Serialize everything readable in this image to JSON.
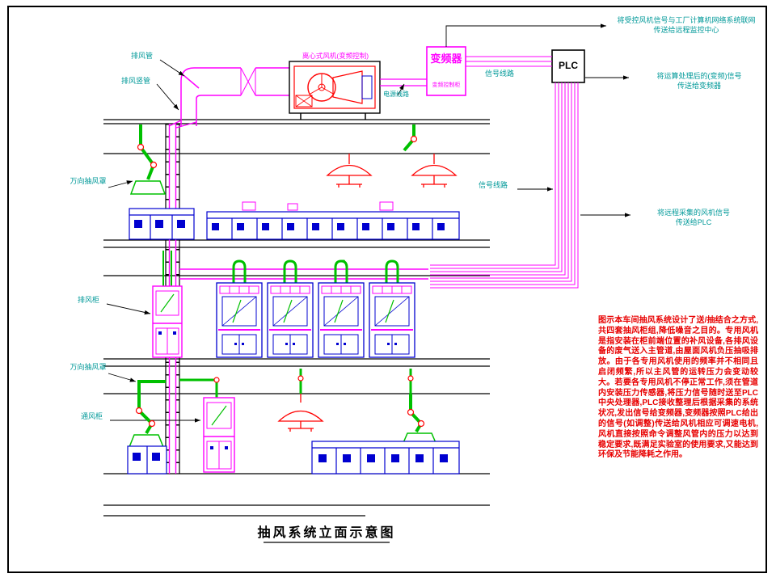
{
  "drawing": {
    "title": "抽风系统立面示意图"
  },
  "equipment": {
    "fan_label": "离心式风机(变频控制)",
    "vfd_label": "变频器",
    "vfd_sublabel": "变频控制柜",
    "plc_label": "PLC"
  },
  "wiring_labels": {
    "power_line": "电源线路",
    "signal_line_top": "信号线路",
    "signal_line_mid": "信号线路"
  },
  "callouts": {
    "top_right": {
      "line1": "将受控风机信号与工厂计算机网络系统联网",
      "line2": "传送给远程监控中心"
    },
    "plc_right": {
      "line1": "将运算处理后的(变频)信号",
      "line2": "传送给变频器"
    },
    "mid_right": {
      "line1": "将远程采集的风机信号",
      "line2": "传送给PLC"
    },
    "left": {
      "exhaust_duct": "排风管",
      "exhaust_riser": "排风竖管",
      "universal_hood_1": "万向抽风罩",
      "exhaust_cabinet": "排风柜",
      "universal_hood_2": "万向抽风罩",
      "fume_cabinet": "通风柜"
    }
  },
  "description": "图示本车间抽风系统设计了送/抽结合之方式,共四套抽风柜组,降低噪音之目的。专用风机是指安装在柜前端位置的补风设备,各排风设备的废气送入主管道,由屋面风机负压抽吸排放。由于各专用风机使用的频率并不相同且启闭频繁,所以主风管的运转压力会变动较大。若要各专用风机不停正常工作,须在管道内安装压力传感器,将压力信号随时送至PLC中央处理器,PLC接收整理后根据采集的系统状况,发出信号给变频器,变频器按照PLC给出的信号(如调整)传送给风机相应可调速电机,风机直接按照命令调整风管内的压力以达到稳定要求,既满足实验室的使用要求,又能达到环保及节能降耗之作用。",
  "colors": {
    "duct_magenta": "#ff00ff",
    "equipment_red": "#ff0000",
    "flex_green": "#00c000",
    "cabinet_blue": "#0000d0",
    "callout_cyan": "#009999",
    "description_red": "#e80000"
  }
}
